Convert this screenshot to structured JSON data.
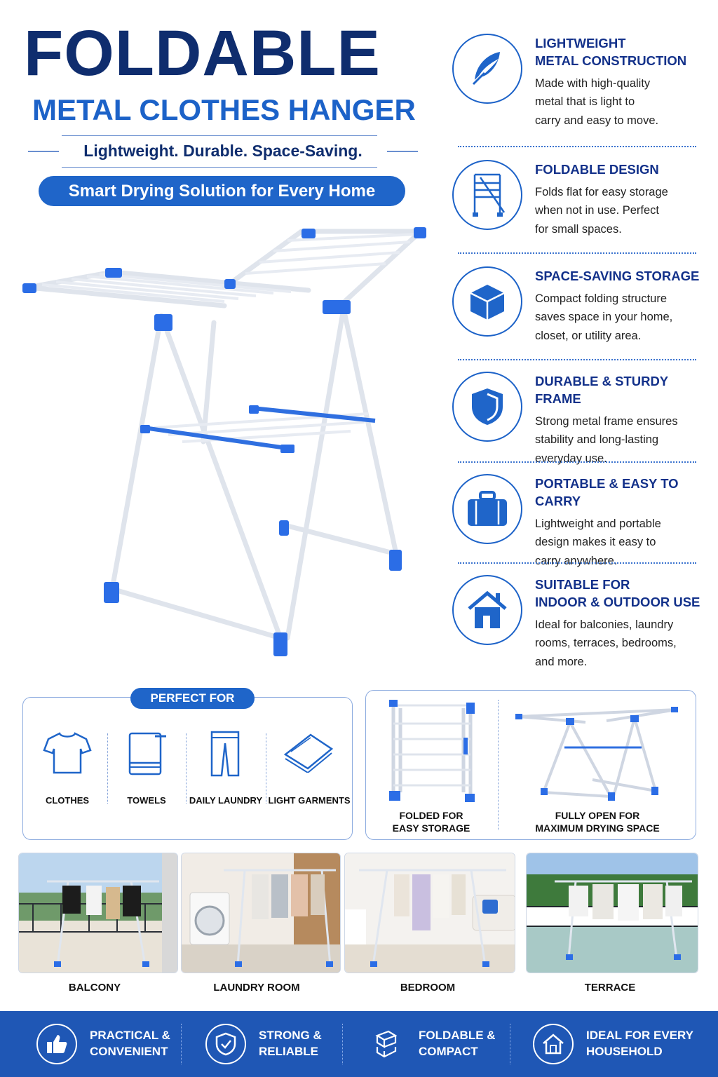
{
  "header": {
    "title": "FOLDABLE",
    "subtitle": "METAL CLOTHES HANGER",
    "tagline": "Lightweight. Durable. Space-Saving.",
    "pill": "Smart Drying Solution for Every Home"
  },
  "features": [
    {
      "icon": "feather-icon",
      "title_1": "LIGHTWEIGHT",
      "title_2": "METAL CONSTRUCTION",
      "desc_1": "Made with high-quality",
      "desc_2": "metal that is light to",
      "desc_3": "carry and easy to move."
    },
    {
      "icon": "folding-rack-icon",
      "title_1": "FOLDABLE DESIGN",
      "title_2": "",
      "desc_1": "Folds flat for easy storage",
      "desc_2": "when not in use. Perfect",
      "desc_3": "for small spaces."
    },
    {
      "icon": "cube-icon",
      "title_1": "SPACE-SAVING STORAGE",
      "title_2": "",
      "desc_1": "Compact folding structure",
      "desc_2": "saves space in your home,",
      "desc_3": "closet, or utility area."
    },
    {
      "icon": "shield-icon",
      "title_1": "DURABLE & STURDY FRAME",
      "title_2": "",
      "desc_1": "Strong metal frame ensures",
      "desc_2": "stability and long-lasting",
      "desc_3": "everyday use."
    },
    {
      "icon": "suitcase-icon",
      "title_1": "PORTABLE & EASY TO CARRY",
      "title_2": "",
      "desc_1": "Lightweight and portable",
      "desc_2": "design makes it easy to",
      "desc_3": "carry anywhere."
    },
    {
      "icon": "house-icon",
      "title_1": "SUITABLE FOR",
      "title_2": "INDOOR & OUTDOOR USE",
      "desc_1": "Ideal for balconies, laundry",
      "desc_2": "rooms, terraces, bedrooms,",
      "desc_3": "and more."
    }
  ],
  "perfect_for": {
    "badge": "PERFECT FOR",
    "items": [
      {
        "icon": "tshirt-icon",
        "label": "CLOTHES"
      },
      {
        "icon": "towel-icon",
        "label": "TOWELS"
      },
      {
        "icon": "pants-icon",
        "label": "DAILY LAUNDRY"
      },
      {
        "icon": "folded-cloth-icon",
        "label": "LIGHT GARMENTS"
      }
    ]
  },
  "states": {
    "folded_1": "FOLDED FOR",
    "folded_2": "EASY STORAGE",
    "open_1": "FULLY OPEN FOR",
    "open_2": "MAXIMUM DRYING SPACE"
  },
  "rooms": [
    "BALCONY",
    "LAUNDRY ROOM",
    "BEDROOM",
    "TERRACE"
  ],
  "footer": [
    {
      "icon": "thumbs-up-icon",
      "line_1": "PRACTICAL &",
      "line_2": "CONVENIENT"
    },
    {
      "icon": "shield-check-icon",
      "line_1": "STRONG &",
      "line_2": "RELIABLE"
    },
    {
      "icon": "fold-icon",
      "line_1": "FOLDABLE &",
      "line_2": "COMPACT"
    },
    {
      "icon": "home-icon",
      "line_1": "IDEAL FOR EVERY",
      "line_2": "HOUSEHOLD"
    }
  ],
  "colors": {
    "navy": "#0f2d6e",
    "accent": "#1f65c9",
    "footer": "#1f57b5"
  }
}
